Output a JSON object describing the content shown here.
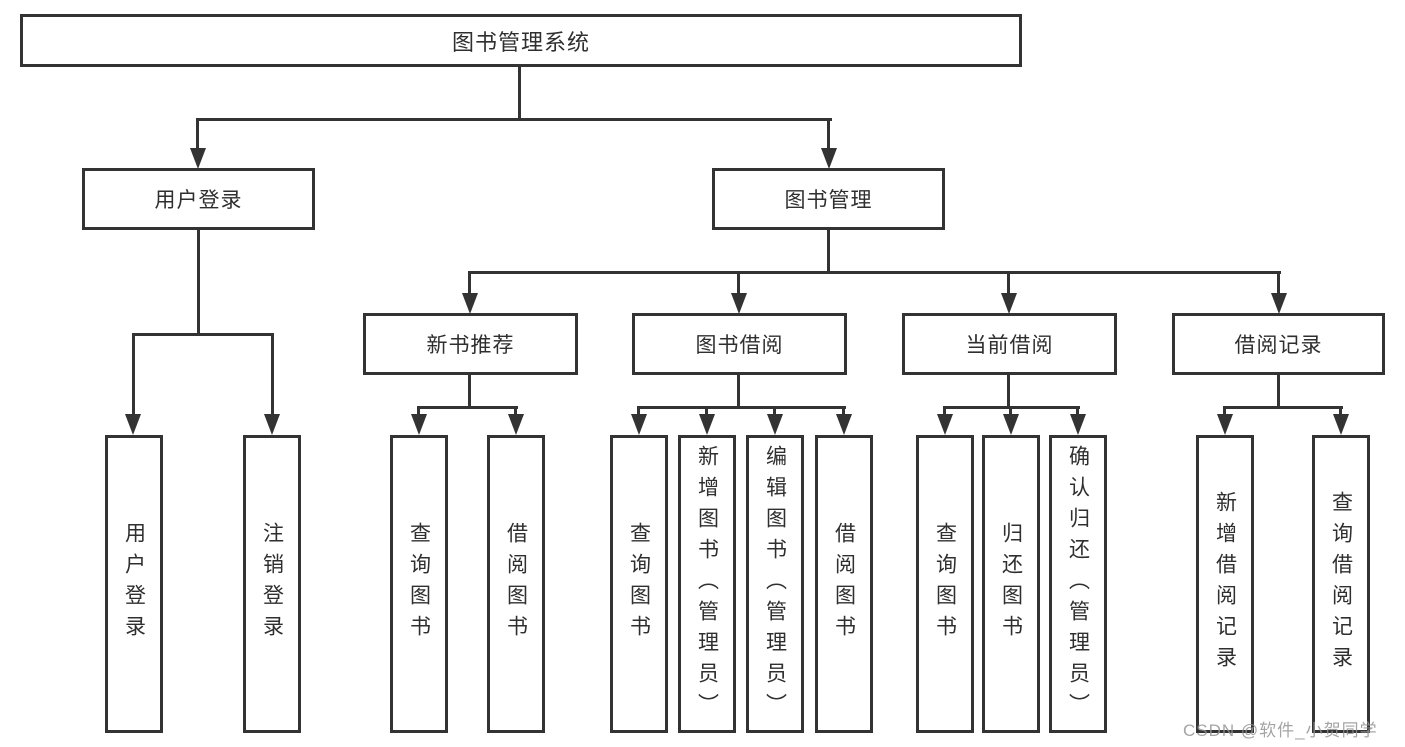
{
  "diagram": {
    "title_hint": "library management system function tree",
    "root_label": "图书管理系统",
    "level2": [
      {
        "label": "用户登录"
      },
      {
        "label": "图书管理"
      }
    ],
    "level3": [
      {
        "label": "新书推荐"
      },
      {
        "label": "图书借阅"
      },
      {
        "label": "当前借阅"
      },
      {
        "label": "借阅记录"
      }
    ],
    "leaves": [
      [
        "用户登录",
        "注销登录"
      ],
      [
        "查询图书",
        "借阅图书"
      ],
      [
        "查询图书",
        "新增图书（管理员）",
        "编辑图书（管理员）",
        "借阅图书"
      ],
      [
        "查询图书",
        "归还图书",
        "确认归还（管理员）"
      ],
      [
        "新增借阅记录",
        "查询借阅记录"
      ]
    ]
  },
  "watermark": {
    "text": "CSDN @软件_小贺同学"
  },
  "colors": {
    "line": "#333333",
    "text": "#2f2f2f",
    "watermark": "#949494",
    "background": "#ffffff"
  }
}
